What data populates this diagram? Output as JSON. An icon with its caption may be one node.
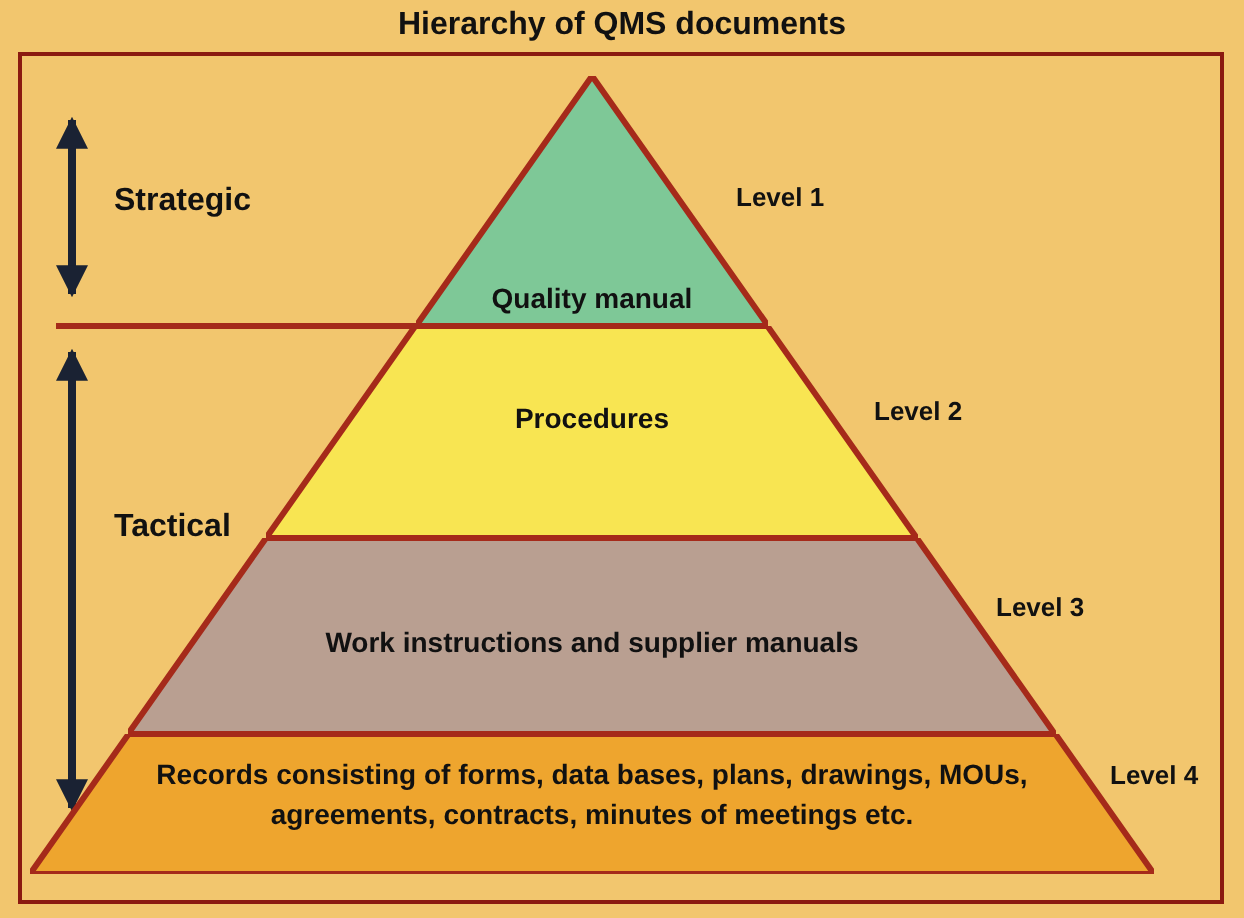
{
  "diagram": {
    "title": "Hierarchy of QMS documents",
    "nodes": [
      {
        "text": [
          "Quality manual"
        ],
        "beside": [
          "Level 1"
        ]
      },
      {
        "text": [
          "Procedures"
        ],
        "beside": [
          "Level 2"
        ]
      },
      {
        "text": [
          "Work instructions and supplier manuals"
        ],
        "beside": [
          "Level 3"
        ]
      },
      {
        "text": [
          "Records consisting of forms, data bases, plans, drawings, MOUs, agreements, contracts, minutes of meetings etc."
        ],
        "beside": [
          "Level 4"
        ]
      }
    ],
    "labels": [
      "Strategic",
      "Tactical"
    ]
  }
}
